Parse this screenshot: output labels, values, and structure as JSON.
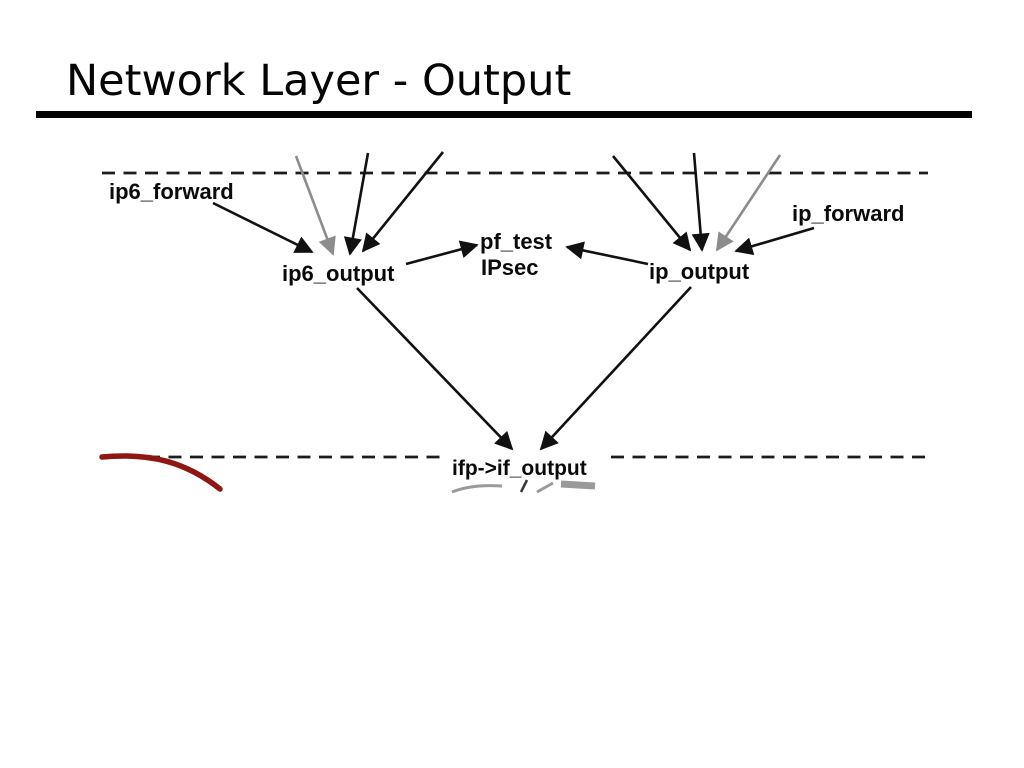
{
  "slide": {
    "title": "Network Layer - Output"
  },
  "diagram": {
    "labels": {
      "ip6_forward": "ip6_forward",
      "ip6_output": "ip6_output",
      "pf_test": "pf_test",
      "ipsec": "IPsec",
      "ip_output": "ip_output",
      "ip_forward": "ip_forward",
      "ifp_if_output": "ifp->if_output"
    },
    "edges": [
      {
        "from": "ip6_forward",
        "to": "ip6_output",
        "color": "black"
      },
      {
        "from": "above-dashed-boundary",
        "to": "ip6_output",
        "color": "gray"
      },
      {
        "from": "above-dashed-boundary",
        "to": "ip6_output",
        "color": "black"
      },
      {
        "from": "above-dashed-boundary",
        "to": "ip6_output",
        "color": "black"
      },
      {
        "from": "ip6_output",
        "to": "pf_test",
        "color": "black"
      },
      {
        "from": "above-dashed-boundary",
        "to": "ip_output",
        "color": "black"
      },
      {
        "from": "above-dashed-boundary",
        "to": "ip_output",
        "color": "black"
      },
      {
        "from": "above-dashed-boundary",
        "to": "ip_output",
        "color": "gray"
      },
      {
        "from": "ip_forward",
        "to": "ip_output",
        "color": "black"
      },
      {
        "from": "ip_output",
        "to": "pf_test",
        "color": "black"
      },
      {
        "from": "ip6_output",
        "to": "ifp_if_output",
        "color": "black"
      },
      {
        "from": "ip_output",
        "to": "ifp_if_output",
        "color": "black"
      }
    ],
    "colors": {
      "arrow_black": "#111111",
      "arrow_gray": "#8c8c8c",
      "dashed_boundary": "#1c1c1c",
      "red_annotation": "#8e1713"
    }
  }
}
